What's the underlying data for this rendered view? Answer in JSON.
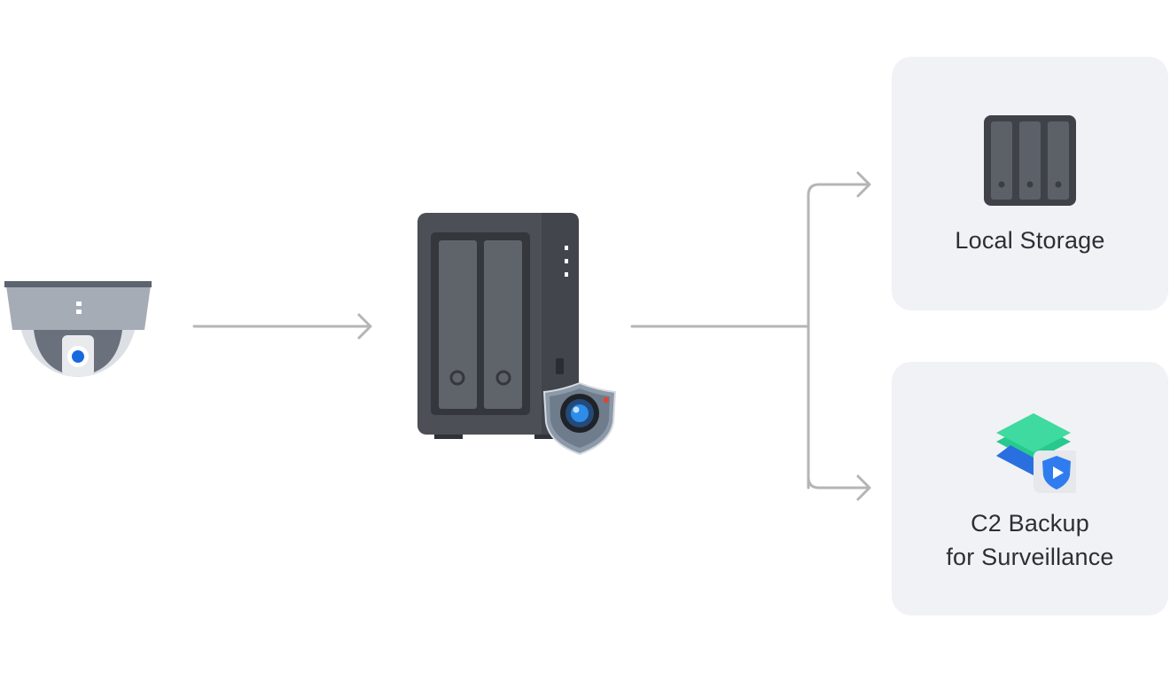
{
  "destinations": {
    "local_storage": {
      "label": "Local Storage"
    },
    "c2_backup": {
      "label_line1": "C2 Backup",
      "label_line2": "for Surveillance"
    }
  },
  "icons": {
    "camera": "dome-camera-icon",
    "nas": "nas-server-icon",
    "surveillance_badge": "surveillance-station-icon",
    "storage": "local-storage-icon",
    "c2": "c2-backup-icon"
  },
  "colors": {
    "connector": "#b5b5b8",
    "card_bg": "#f1f2f5",
    "nas_body": "#4c4f55",
    "camera_lens": "#1769e0"
  }
}
